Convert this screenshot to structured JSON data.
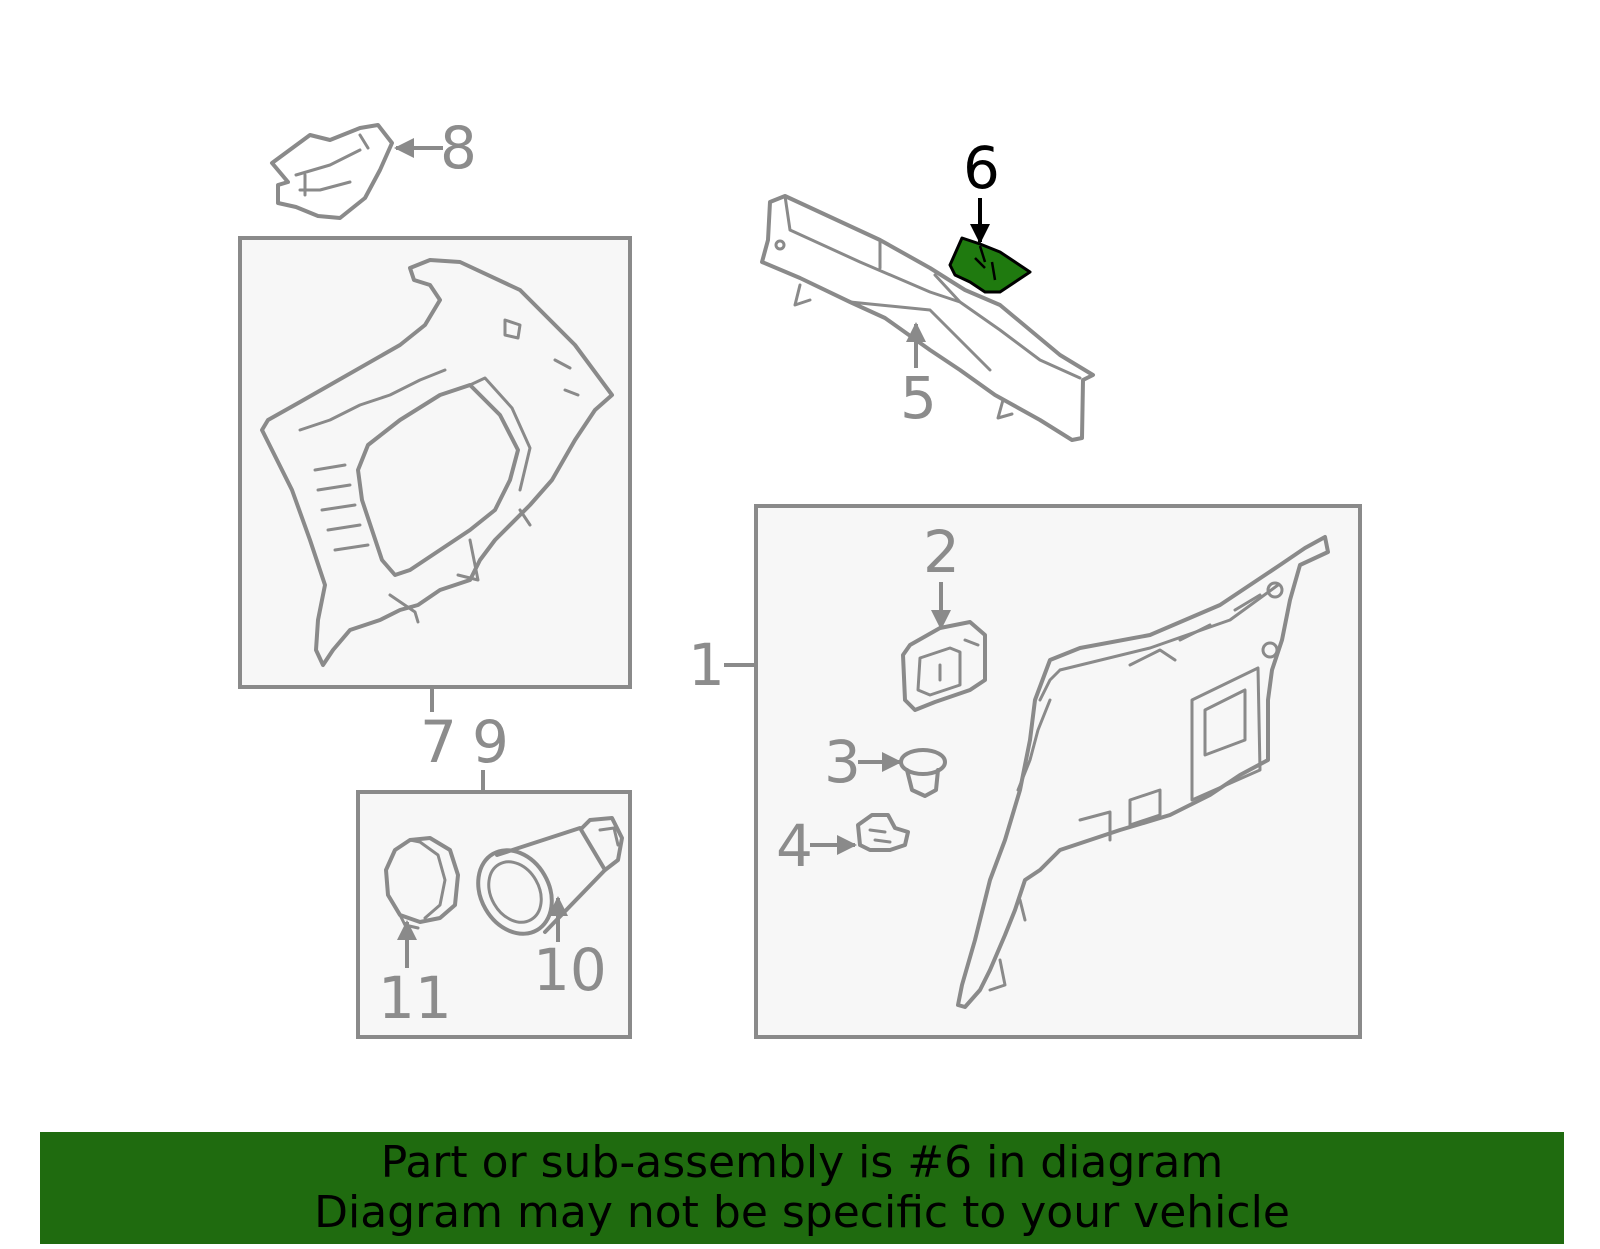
{
  "callouts": {
    "c1": "1",
    "c2": "2",
    "c3": "3",
    "c4": "4",
    "c5": "5",
    "c6": "6",
    "c7": "7",
    "c8": "8",
    "c9": "9",
    "c10": "10",
    "c11": "11"
  },
  "highlighted_part": "6",
  "colors": {
    "highlight": "#1f7a0f",
    "banner": "#1f6b0f",
    "line": "#8a8a8a",
    "box_fill": "#f7f7f7"
  },
  "banner": {
    "line1": "Part or sub-assembly is #6 in diagram",
    "line2": "Diagram may not be specific to your vehicle"
  }
}
